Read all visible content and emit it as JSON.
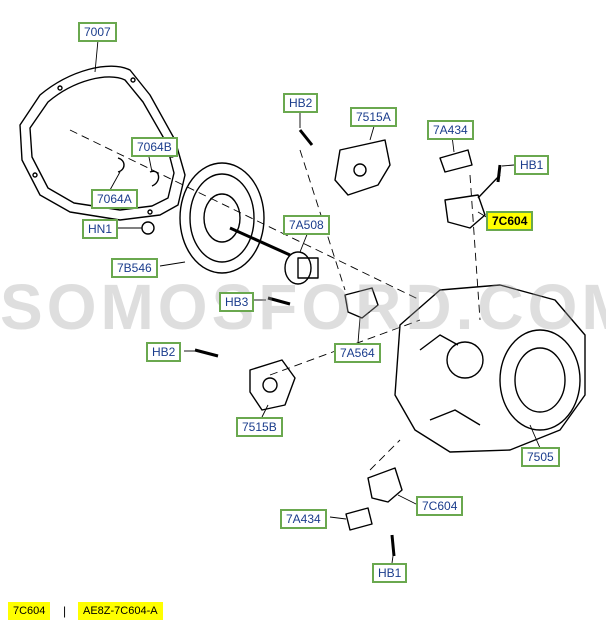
{
  "callouts": {
    "c7007": "7007",
    "c7064b": "7064B",
    "c7064a": "7064A",
    "hn1": "HN1",
    "c7b546": "7B546",
    "hb2_top": "HB2",
    "c7515a": "7515A",
    "c7a434_top": "7A434",
    "hb1_top": "HB1",
    "c7c604_top": "7C604",
    "c7a508": "7A508",
    "hb3": "HB3",
    "c7a564": "7A564",
    "hb2_left": "HB2",
    "c7515b": "7515B",
    "c7505": "7505",
    "c7a434_bottom": "7A434",
    "c7c604_bottom": "7C604",
    "hb1_bottom": "HB1"
  },
  "watermark": "SOMOSFORD.COM",
  "footer": {
    "part_code": "7C604",
    "separator": "|",
    "part_number": "AE8Z-7C604-A"
  },
  "colors": {
    "callout_border": "#6aa84f",
    "callout_text": "#1a3c8c",
    "highlight": "#ffff00"
  }
}
